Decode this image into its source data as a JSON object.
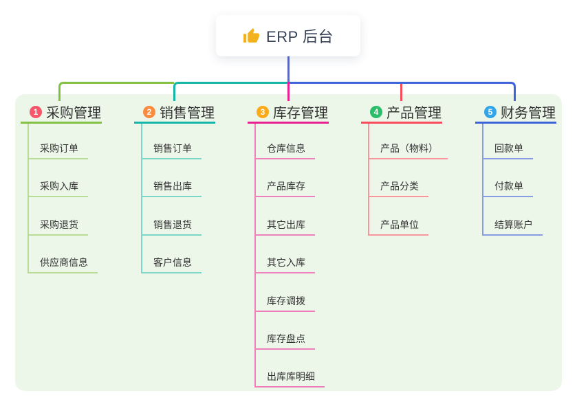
{
  "root": {
    "label": "ERP 后台",
    "icon": "thumbs-up-icon"
  },
  "colors": {
    "canvas_bg": "#ffffff",
    "container_bg": "#ecf7e9",
    "card_bg": "#ffffff",
    "root_text": "#394358",
    "text": "#333333",
    "root_line": "#5b69c2",
    "thumb": "#f2b21d"
  },
  "branches": [
    {
      "index": "1",
      "label": "采购管理",
      "badge_color": "#f8566b",
      "color": "#83c142",
      "light_color": "#b8dc96",
      "children": [
        "采购订单",
        "采购入库",
        "采购退货",
        "供应商信息"
      ]
    },
    {
      "index": "2",
      "label": "销售管理",
      "badge_color": "#fa8c40",
      "color": "#13b6a8",
      "light_color": "#7cd7cb",
      "children": [
        "销售订单",
        "销售出库",
        "销售退货",
        "客户信息"
      ]
    },
    {
      "index": "3",
      "label": "库存管理",
      "badge_color": "#fbab1a",
      "color": "#e7218f",
      "light_color": "#f07fbe",
      "children": [
        "仓库信息",
        "产品库存",
        "其它出库",
        "其它入库",
        "库存调拨",
        "库存盘点",
        "出库库明细"
      ]
    },
    {
      "index": "4",
      "label": "产品管理",
      "badge_color": "#2bbd69",
      "color": "#f84b5c",
      "light_color": "#fa959d",
      "children": [
        "产品（物料）",
        "产品分类",
        "产品单位"
      ]
    },
    {
      "index": "5",
      "label": "财务管理",
      "badge_color": "#34a6e8",
      "color": "#3f63d8",
      "light_color": "#869de4",
      "children": [
        "回款单",
        "付款单",
        "结算账户"
      ]
    }
  ]
}
